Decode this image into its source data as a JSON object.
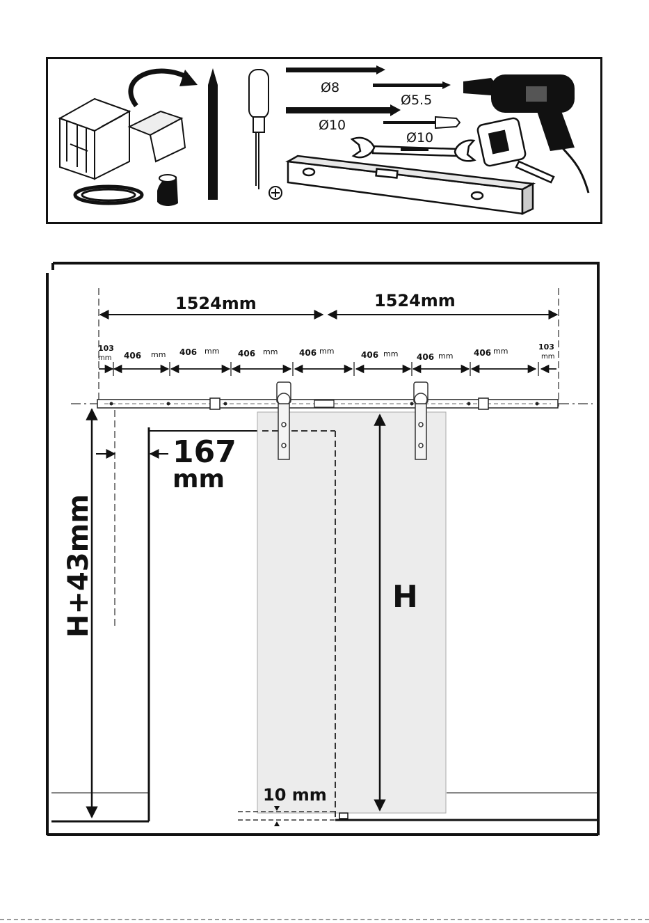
{
  "tools": {
    "drill_bit_8": "Ø8",
    "drill_bit_5_5": "Ø5.5",
    "drill_bit_10": "Ø10",
    "spade_bit_10": "Ø10"
  },
  "diagram": {
    "half_span_left": "1524mm",
    "half_span_right": "1524mm",
    "edge_offset_left": "103",
    "edge_offset_left_unit": "mm",
    "edge_offset_right": "103",
    "edge_offset_right_unit": "mm",
    "segments": [
      {
        "value": "406",
        "unit": "mm"
      },
      {
        "value": "406",
        "unit": "mm"
      },
      {
        "value": "406",
        "unit": "mm"
      },
      {
        "value": "406",
        "unit": "mm"
      },
      {
        "value": "406",
        "unit": "mm"
      },
      {
        "value": "406",
        "unit": "mm"
      },
      {
        "value": "406",
        "unit": "mm"
      }
    ],
    "opening_offset_value": "167",
    "opening_offset_unit": "mm",
    "door_height": "H",
    "rail_height": "H+43mm",
    "floor_gap": "10 mm"
  }
}
